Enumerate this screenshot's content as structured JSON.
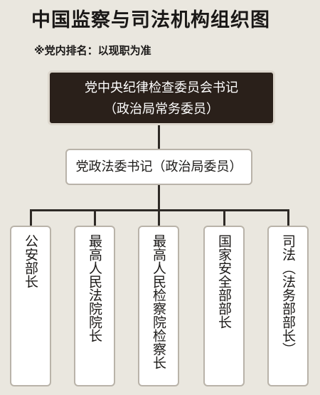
{
  "title": "中国监察与司法机构组织图",
  "note": "※党内排名：以现职为准",
  "top": {
    "line1": "党中央纪律检查委员会书记",
    "line2": "（政治局常务委员）"
  },
  "middle": "党政法委书记（政治局委员）",
  "columns": [
    "公安部长",
    "最高人民法院院长",
    "最高人民检察院检察长",
    "国家安全部部长",
    "司法（法务部部长）"
  ],
  "colors": {
    "top_box": "#2a201a",
    "background": "#eae7df",
    "line": "#2e2a26"
  }
}
